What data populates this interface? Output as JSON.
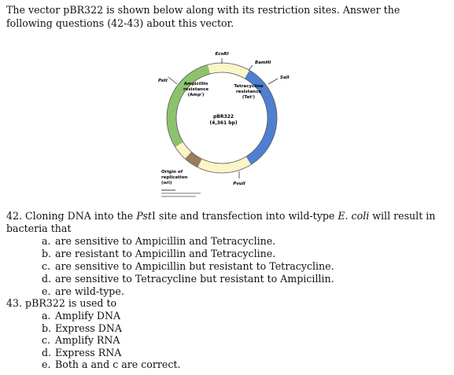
{
  "intro": {
    "text": "The vector pBR322 is shown below along with its restriction sites. Answer the following questions (42-43) about this vector."
  },
  "plasmid": {
    "name": "pBR322",
    "size": "(4,361 bp)",
    "sites": {
      "ecori": "EcoRI",
      "bamhi": "BamHI",
      "sali": "SalI",
      "psti": "PstI",
      "pvuii": "PvuII"
    },
    "amp": {
      "line1": "Ampicillin",
      "line2": "resistance",
      "line3": "(Ampʳ)"
    },
    "tet": {
      "line1": "Tetracycline",
      "line2": "resistance",
      "line3": "(Tetʳ)"
    },
    "ori": {
      "line1": "Origin of",
      "line2": "replication",
      "line3": "(ori)"
    },
    "colors": {
      "amp": "#8dc26d",
      "tet": "#4f7fd0",
      "ori": "#9a7b5e",
      "backbone": "#fbf5c8",
      "outline": "#555555"
    }
  },
  "q42": {
    "number": "42. ",
    "stem_before": "Cloning DNA into the ",
    "stem_site": "Pst",
    "stem_site_suffix": "I",
    "stem_middle": " site and transfection into wild-type ",
    "stem_species": "E. coli",
    "stem_after": " will result in bacteria that",
    "options": [
      {
        "letter": "a.",
        "text": "are sensitive to Ampicillin and Tetracycline."
      },
      {
        "letter": "b.",
        "text": "are resistant to Ampicillin and Tetracycline."
      },
      {
        "letter": "c.",
        "text": "are sensitive to Ampicillin but resistant to Tetracycline."
      },
      {
        "letter": "d.",
        "text": "are sensitive to Tetracycline but resistant to Ampicillin."
      },
      {
        "letter": "e.",
        "text": "are wild-type."
      }
    ]
  },
  "q43": {
    "stem": "43. pBR322 is used to",
    "options": [
      {
        "letter": "a.",
        "text": "Amplify DNA"
      },
      {
        "letter": "b.",
        "text": "Express DNA"
      },
      {
        "letter": "c.",
        "text": "Amplify RNA"
      },
      {
        "letter": "d.",
        "text": "Express RNA"
      },
      {
        "letter": "e.",
        "text": "Both a and c are correct."
      }
    ]
  }
}
